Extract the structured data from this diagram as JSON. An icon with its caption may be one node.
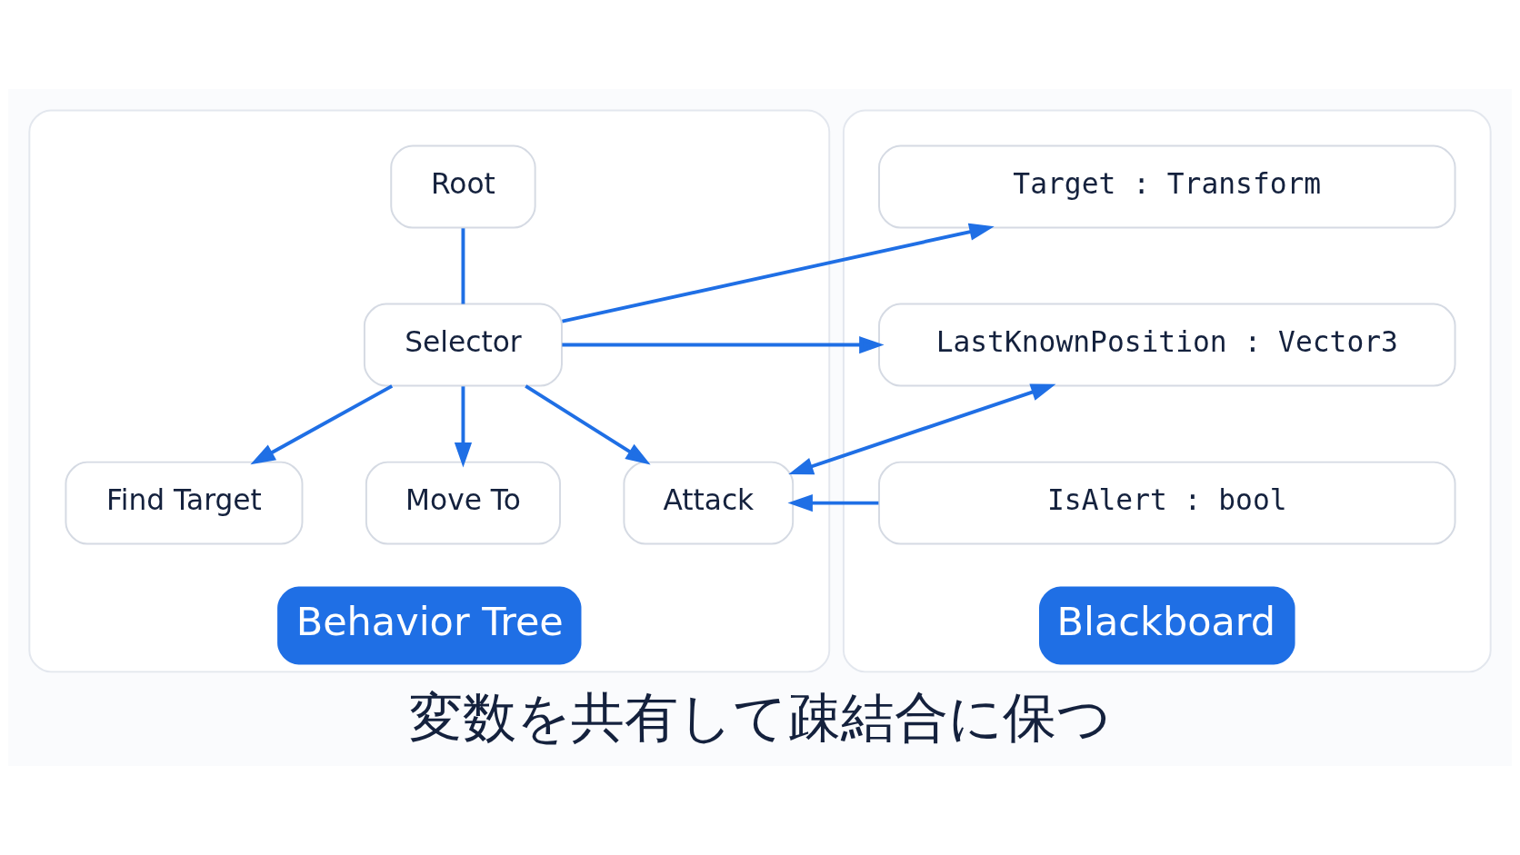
{
  "diagram": {
    "caption": "変数を共有して疎結合に保つ",
    "nodes": [
      {
        "text": [
          "Behavior Tree"
        ]
      },
      {
        "text": [
          "Root"
        ],
        "in": 0
      },
      {
        "text": [
          "Selector"
        ],
        "in": 0
      },
      {
        "text": [
          "Find Target"
        ],
        "in": 0
      },
      {
        "text": [
          "Move To"
        ],
        "in": 0
      },
      {
        "text": [
          "Attack"
        ],
        "in": 0
      },
      {
        "text": [
          "Blackboard"
        ]
      },
      {
        "text": [
          "Target : Transform"
        ],
        "in": 6
      },
      {
        "text": [
          "LastKnownPosition : Vector3"
        ],
        "in": 6
      },
      {
        "text": [
          "IsAlert : bool"
        ],
        "in": 6
      }
    ],
    "edges": [
      {
        "from": 1,
        "to": 2,
        "arrow": "none"
      },
      {
        "from": 2,
        "to": 3,
        "arrow": "to"
      },
      {
        "from": 2,
        "to": 4,
        "arrow": "to"
      },
      {
        "from": 2,
        "to": 5,
        "arrow": "to"
      },
      {
        "from": 2,
        "to": 7,
        "arrow": "to"
      },
      {
        "from": 2,
        "to": 8,
        "arrow": "to"
      },
      {
        "from": 5,
        "to": 8,
        "arrow": "both"
      },
      {
        "from": 9,
        "to": 5,
        "arrow": "to"
      }
    ]
  }
}
